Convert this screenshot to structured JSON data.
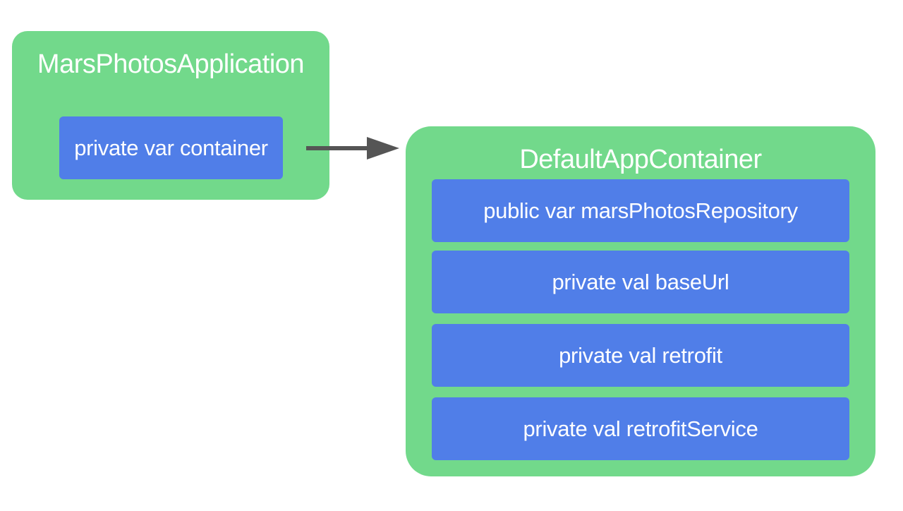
{
  "application": {
    "title": "MarsPhotosApplication",
    "field": "private var container"
  },
  "container": {
    "title": "DefaultAppContainer",
    "fields": [
      "public var marsPhotosRepository",
      "private val baseUrl",
      "private val retrofit",
      "private val retrofitService"
    ]
  },
  "colors": {
    "box_fill": "#72d98b",
    "field_fill": "#507ee8",
    "arrow": "#555555",
    "text": "#ffffff"
  }
}
